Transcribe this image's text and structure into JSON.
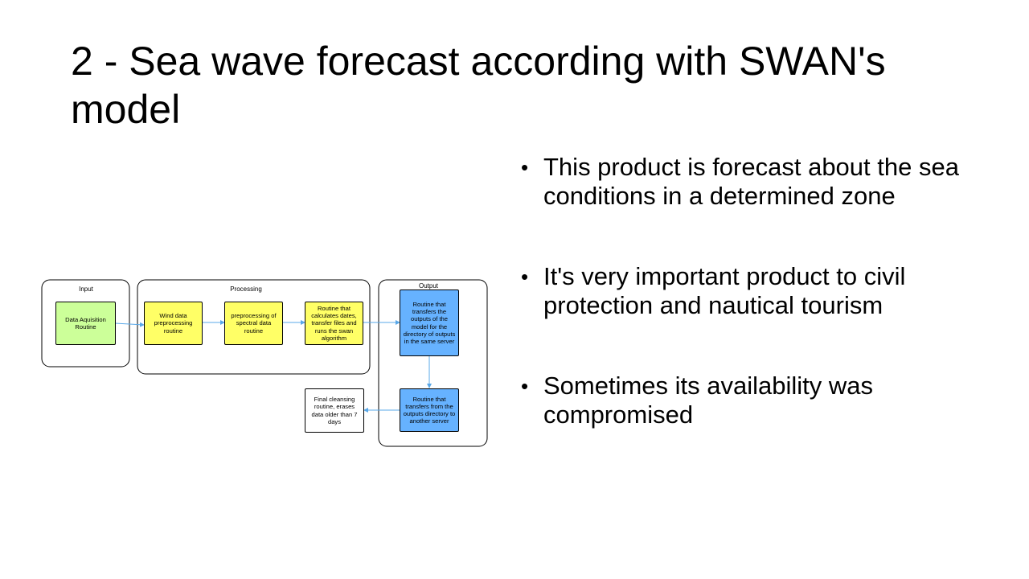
{
  "slide": {
    "title": "2 - Sea wave forecast according with SWAN's model",
    "bullets": [
      "This product is forecast about the sea conditions in a determined zone",
      "It's very important product to civil protection and nautical tourism",
      "Sometimes its availability was compromised"
    ],
    "bullet_glyph": "•"
  },
  "diagram": {
    "groups": {
      "input": "Input",
      "processing": "Processing",
      "output": "Output"
    },
    "nodes": {
      "data_acquisition": "Data Aquisition Routine",
      "wind_preprocessing": "Wind data preprocessing routine",
      "spectral_preprocessing": "preprocessing of spectral data routine",
      "swan_run": "Routine that calculates dates, transfer files and runs the swan algorithm",
      "transfer_outputs": "Routine that transfers the outputs of the model for the directory of outputs in the same server",
      "transfer_server": "Routine that transfers from the outputs directory to another server",
      "final_cleansing": "Final cleansing routine, erases data older than 7 days"
    },
    "colors": {
      "input_node": "#ccff99",
      "processing_node": "#ffff66",
      "output_node": "#66b2ff",
      "arrow": "#5aa8e8"
    }
  }
}
